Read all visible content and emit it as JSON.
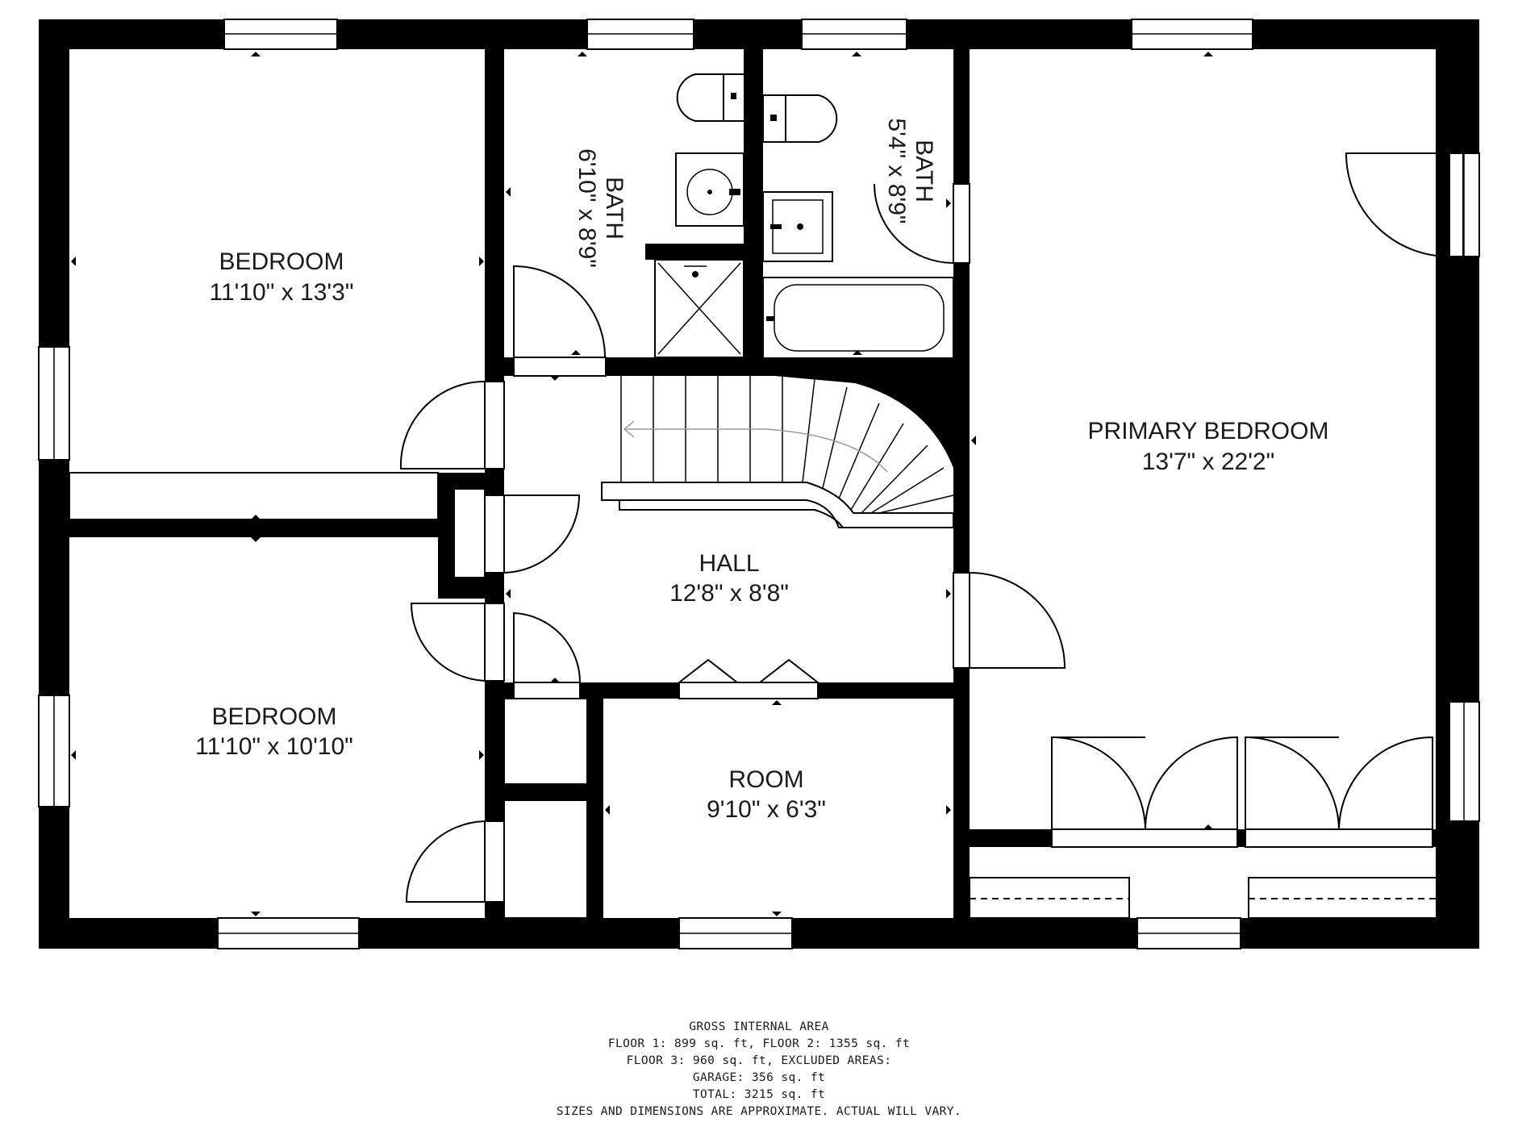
{
  "rooms": {
    "bedroom_top_left": {
      "name": "BEDROOM",
      "dims": "11'10\" x 13'3\""
    },
    "bath_1": {
      "name": "BATH",
      "dims": "6'10\" x 8'9\""
    },
    "bath_2": {
      "name": "BATH",
      "dims": "5'4\" x 8'9\""
    },
    "primary_bedroom": {
      "name": "PRIMARY BEDROOM",
      "dims": "13'7\" x 22'2\""
    },
    "hall": {
      "name": "HALL",
      "dims": "12'8\" x 8'8\""
    },
    "bedroom_bottom_left": {
      "name": "BEDROOM",
      "dims": "11'10\" x 10'10\""
    },
    "room": {
      "name": "ROOM",
      "dims": "9'10\" x 6'3\""
    }
  },
  "footer": {
    "line1": "GROSS INTERNAL AREA",
    "line2": "FLOOR 1: 899 sq. ft, FLOOR 2: 1355 sq. ft",
    "line3": "FLOOR 3: 960 sq. ft, EXCLUDED AREAS:",
    "line4": "GARAGE: 356 sq. ft",
    "line5": "TOTAL: 3215 sq. ft",
    "line6": "SIZES AND DIMENSIONS ARE APPROXIMATE. ACTUAL WILL VARY."
  },
  "colors": {
    "wall": "#000000",
    "background": "#ffffff",
    "text": "#1a1a1a"
  }
}
